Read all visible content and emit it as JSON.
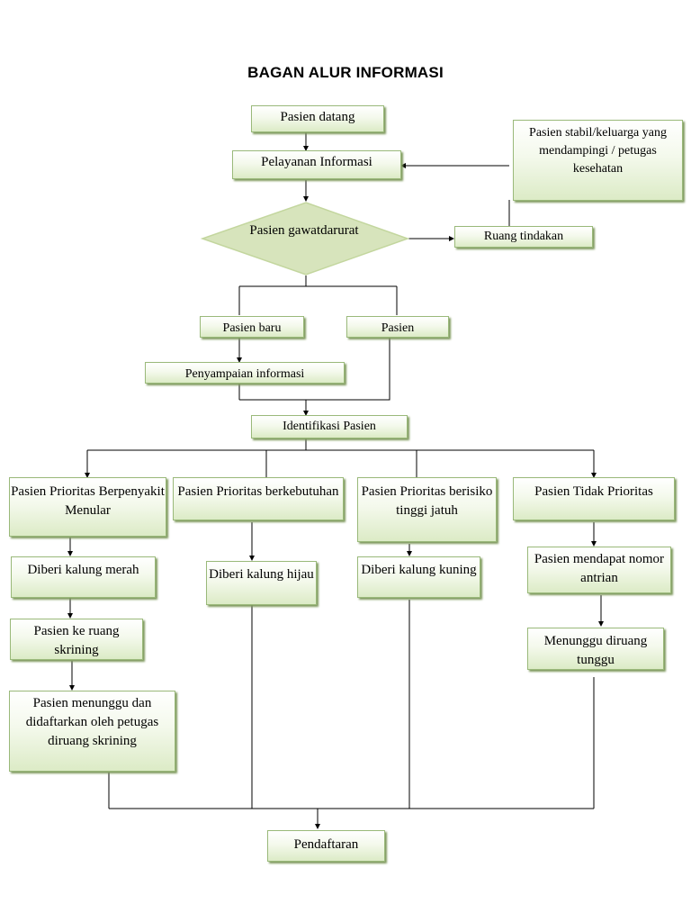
{
  "title": "BAGAN ALUR INFORMASI",
  "nodes": {
    "pasien_datang": "Pasien datang",
    "pelayanan_informasi": "Pelayanan Informasi",
    "pasien_stabil": "Pasien stabil/keluarga yang mendampingi / petugas kesehatan",
    "pasien_gawatdarurat": "Pasien gawatdarurat",
    "ruang_tindakan": "Ruang tindakan",
    "pasien_baru": "Pasien baru",
    "pasien": "Pasien",
    "penyampaian_informasi": "Penyampaian informasi",
    "identifikasi_pasien": "Identifikasi Pasien",
    "prioritas_menular": "Pasien Prioritas Berpenyakit Menular",
    "prioritas_berkebutuhan": "Pasien Prioritas berkebutuhan",
    "prioritas_jatuh": "Pasien Prioritas berisiko tinggi jatuh",
    "tidak_prioritas": "Pasien Tidak Prioritas",
    "kalung_merah": "Diberi kalung merah",
    "kalung_hijau": "Diberi kalung hijau",
    "kalung_kuning": "Diberi kalung kuning",
    "nomor_antrian": "Pasien mendapat nomor antrian",
    "ruang_skrining": "Pasien ke ruang skrining",
    "menunggu_tunggu": "Menunggu diruang tunggu",
    "didaftarkan": "Pasien menunggu dan didaftarkan oleh petugas diruang skrining",
    "pendaftaran": "Pendaftaran"
  }
}
